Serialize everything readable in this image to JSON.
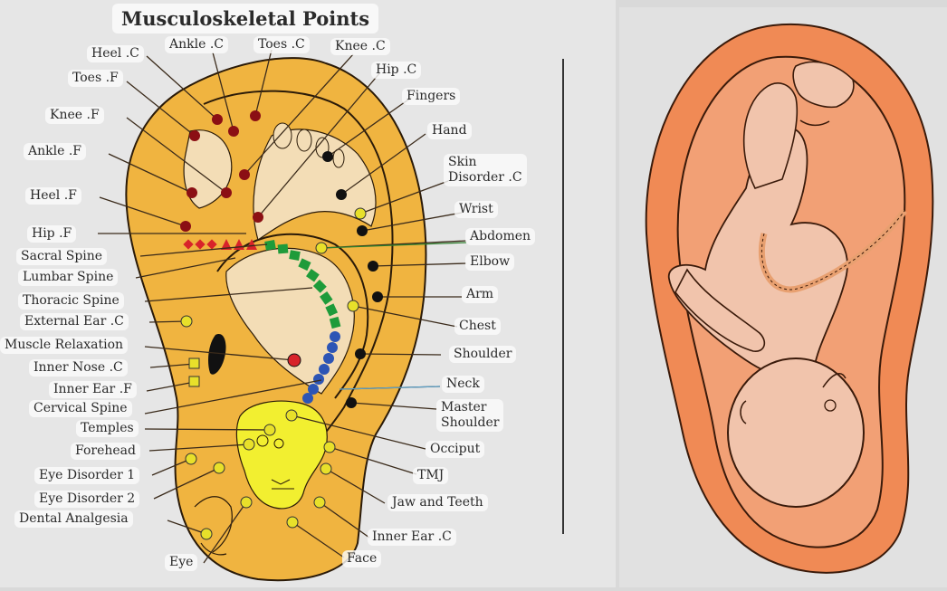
{
  "title": "Musculoskeletal Points",
  "labels": {
    "heel_c": "Heel .C",
    "ankle_c": "Ankle .C",
    "toes_c": "Toes .C",
    "knee_c": "Knee .C",
    "toes_f": "Toes .F",
    "hip_c": "Hip .C",
    "fingers": "Fingers",
    "knee_f": "Knee .F",
    "hand": "Hand",
    "ankle_f": "Ankle .F",
    "skin_disorder_c_1": "Skin",
    "skin_disorder_c_2": "Disorder .C",
    "heel_f": "Heel .F",
    "wrist": "Wrist",
    "hip_f": "Hip .F",
    "abdomen": "Abdomen",
    "sacral_spine": "Sacral Spine",
    "elbow": "Elbow",
    "lumbar_spine": "Lumbar Spine",
    "arm": "Arm",
    "thoracic_spine": "Thoracic Spine",
    "external_ear_c": "External Ear .C",
    "chest": "Chest",
    "muscle_relaxation": "Muscle Relaxation",
    "shoulder": "Shoulder",
    "inner_nose_c": "Inner Nose .C",
    "neck": "Neck",
    "inner_ear_f": "Inner Ear .F",
    "master_shoulder_1": "Master",
    "master_shoulder_2": "Shoulder",
    "cervical_spine": "Cervical Spine",
    "temples": "Temples",
    "occiput": "Occiput",
    "forehead": "Forehead",
    "tmj": "TMJ",
    "eye_disorder_1": "Eye Disorder 1",
    "jaw_and_teeth": "Jaw and Teeth",
    "eye_disorder_2": "Eye Disorder 2",
    "dental_analgesia": "Dental Analgesia",
    "inner_ear_c": "Inner Ear .C",
    "eye": "Eye",
    "face": "Face"
  },
  "colors": {
    "ear_fill": "#f0b440",
    "ear_outline": "#2a1a08",
    "point_dark_red": "#8b0f14",
    "point_red": "#d8232a",
    "point_black": "#111111",
    "point_yellow": "#e8e02a",
    "spine_green": "#1e9b3a",
    "spine_blue": "#2d55b5",
    "skull_yellow": "#f2ef30",
    "fetus_ear_orange": "#f08a55",
    "fetus_skin": "#f1c4ac"
  }
}
